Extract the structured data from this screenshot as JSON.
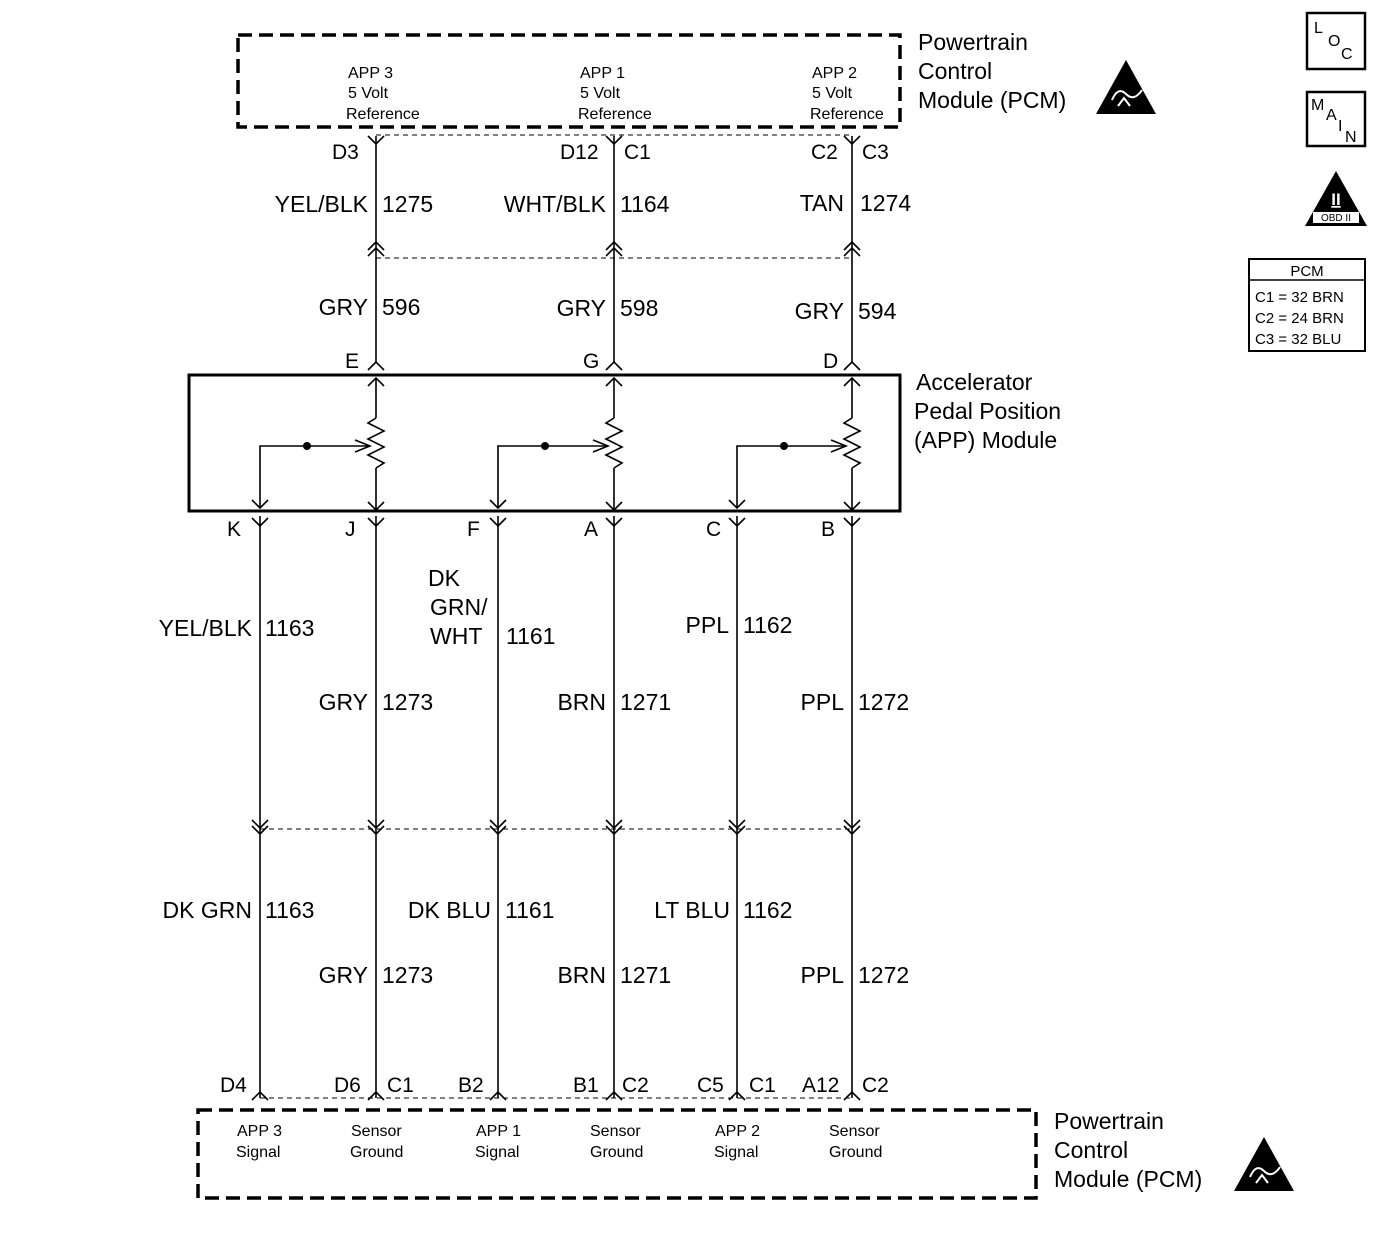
{
  "pcm_top": {
    "title": [
      "Powertrain",
      "Control",
      "Module (PCM)"
    ],
    "terminals": [
      {
        "name": [
          "APP 3",
          "5 Volt",
          "Reference"
        ]
      },
      {
        "name": [
          "APP 1",
          "5 Volt",
          "Reference"
        ]
      },
      {
        "name": [
          "APP 2",
          "5 Volt",
          "Reference"
        ]
      }
    ],
    "pins": [
      {
        "pin": "D3",
        "conn": ""
      },
      {
        "pin": "D12",
        "conn": "C1"
      },
      {
        "pin": "C2",
        "conn": "C3"
      }
    ]
  },
  "upper_wires_pcm_side": [
    {
      "color": "YEL/BLK",
      "circuit": "1275"
    },
    {
      "color": "WHT/BLK",
      "circuit": "1164"
    },
    {
      "color": "TAN",
      "circuit": "1274"
    }
  ],
  "upper_wires_module_side": [
    {
      "color": "GRY",
      "circuit": "596"
    },
    {
      "color": "GRY",
      "circuit": "598"
    },
    {
      "color": "GRY",
      "circuit": "594"
    }
  ],
  "app_module": {
    "title": [
      "Accelerator",
      "Pedal Position",
      "(APP) Module"
    ],
    "top_pins": [
      "E",
      "G",
      "D"
    ],
    "bottom_pins": [
      "K",
      "J",
      "F",
      "A",
      "C",
      "B"
    ]
  },
  "lower_wires_module_side": [
    {
      "color": [
        "YEL/BLK"
      ],
      "circuit": "1163"
    },
    {
      "color": [
        "GRY"
      ],
      "circuit": "1273"
    },
    {
      "color": [
        "DK",
        "GRN/",
        "WHT"
      ],
      "circuit": "1161"
    },
    {
      "color": [
        "BRN"
      ],
      "circuit": "1271"
    },
    {
      "color": [
        "PPL"
      ],
      "circuit": "1162"
    },
    {
      "color": [
        "PPL"
      ],
      "circuit": "1272"
    }
  ],
  "lower_wires_pcm_side": [
    {
      "color": "DK GRN",
      "circuit": "1163"
    },
    {
      "color": "GRY",
      "circuit": "1273"
    },
    {
      "color": "DK BLU",
      "circuit": "1161"
    },
    {
      "color": "BRN",
      "circuit": "1271"
    },
    {
      "color": "LT BLU",
      "circuit": "1162"
    },
    {
      "color": "PPL",
      "circuit": "1272"
    }
  ],
  "pcm_bottom": {
    "title": [
      "Powertrain",
      "Control",
      "Module (PCM)"
    ],
    "pins": [
      {
        "pin": "D4",
        "conn": ""
      },
      {
        "pin": "D6",
        "conn": "C1"
      },
      {
        "pin": "B2",
        "conn": ""
      },
      {
        "pin": "B1",
        "conn": "C2"
      },
      {
        "pin": "C5",
        "conn": "C1"
      },
      {
        "pin": "A12",
        "conn": "C2"
      }
    ],
    "terminals": [
      {
        "name": [
          "APP 3",
          "Signal"
        ]
      },
      {
        "name": [
          "Sensor",
          "Ground"
        ]
      },
      {
        "name": [
          "APP 1",
          "Signal"
        ]
      },
      {
        "name": [
          "Sensor",
          "Ground"
        ]
      },
      {
        "name": [
          "APP 2",
          "Signal"
        ]
      },
      {
        "name": [
          "Sensor",
          "Ground"
        ]
      }
    ]
  },
  "side_icons": {
    "loc": "LOC",
    "main": "MAIN",
    "obd": {
      "numeral": "II",
      "label": "OBD II"
    },
    "pcm_connectors": {
      "header": "PCM",
      "rows": [
        "C1 = 32 BRN",
        "C2 = 24 BRN",
        "C3 = 32 BLU"
      ]
    }
  }
}
